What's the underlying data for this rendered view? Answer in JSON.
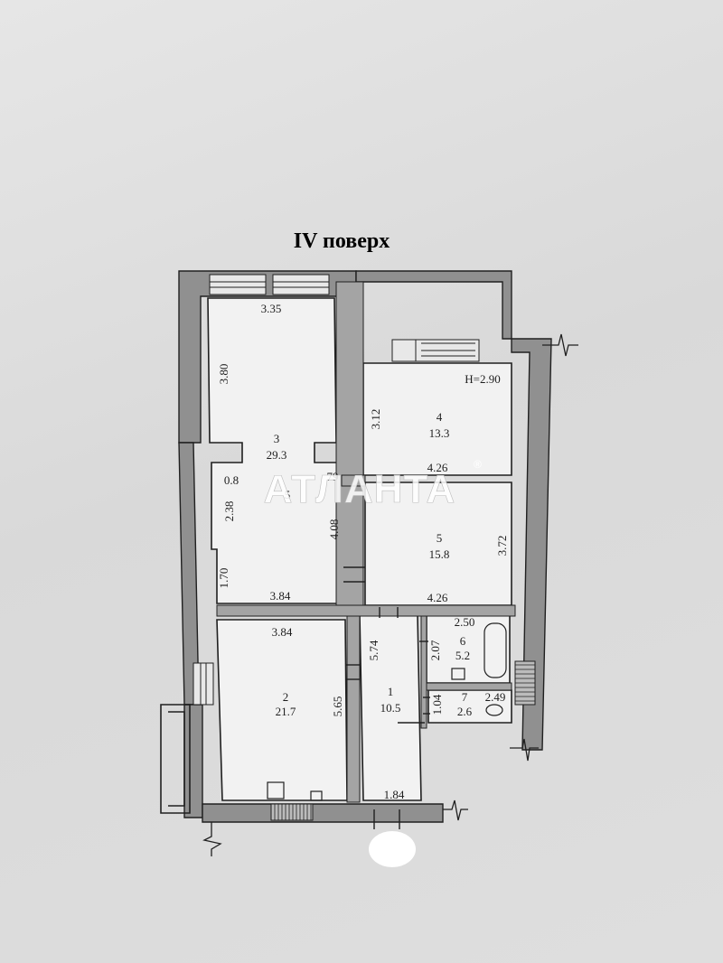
{
  "title": "IV поверх",
  "watermark": {
    "text": "АТЛАНТА",
    "mark": "®"
  },
  "height_label": "H=2.90",
  "rooms": [
    {
      "id": "1",
      "area": "10.5"
    },
    {
      "id": "2",
      "area": "21.7"
    },
    {
      "id": "3",
      "area": "29.3"
    },
    {
      "id": "4",
      "area": "13.3"
    },
    {
      "id": "5",
      "area": "15.8"
    },
    {
      "id": "6",
      "area": "5.2"
    },
    {
      "id": "7",
      "area": "2.6"
    }
  ],
  "dimensions": {
    "r3_top": "3.35",
    "r3_left": "3.80",
    "r3_stub": "0.8",
    "r3_left2": "2.38",
    "r3_bottom_left": "1.70",
    "r3_bottom": "3.84",
    "r3_right": "4.08",
    "r3_mid_a": "79",
    "r3_mid_b": "5",
    "r4_left": "3.12",
    "r4_bottom": "4.26",
    "r5_right": "3.72",
    "r5_bottom": "4.26",
    "r2_top": "3.84",
    "r2_right": "5.65",
    "r1_left": "5.74",
    "r1_bottom": "1.84",
    "r6_top": "2.50",
    "r6_left": "2.07",
    "r7_left": "1.04",
    "r7_right": "2.49"
  },
  "colors": {
    "wall": "#8a8a8a",
    "line": "#202020",
    "watermark": "#ffffff"
  }
}
